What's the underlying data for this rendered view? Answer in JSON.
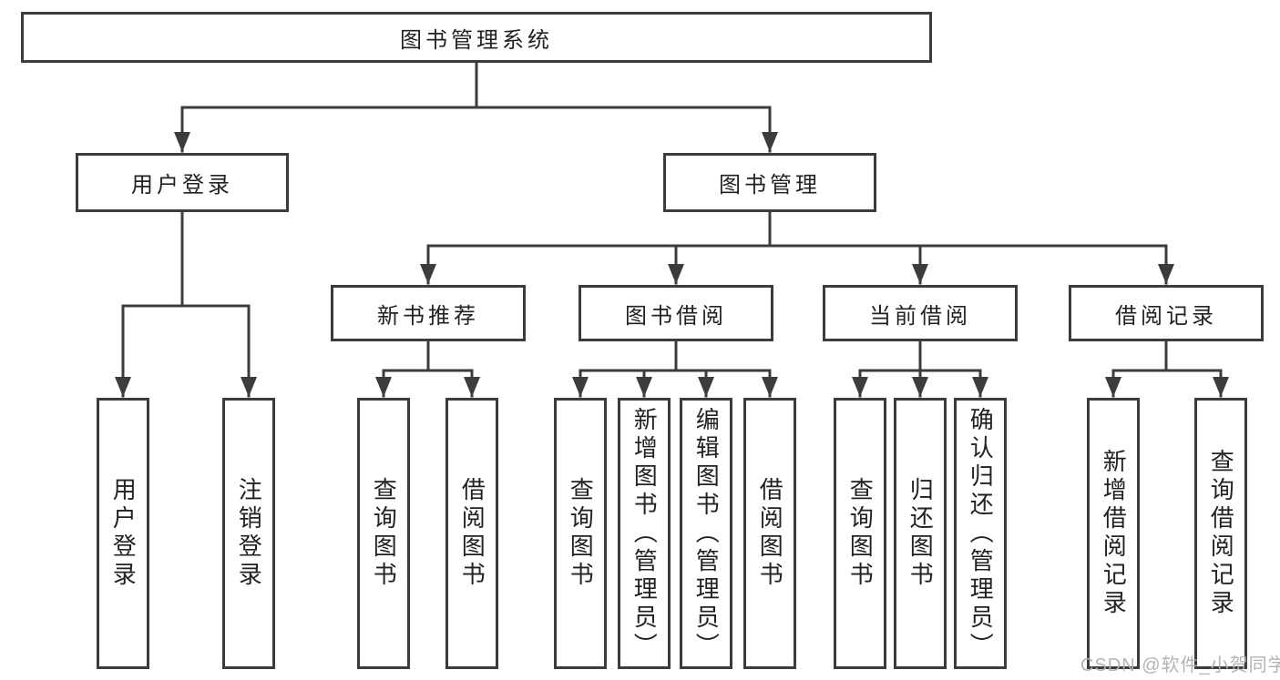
{
  "nodes": {
    "root": "图书管理系统",
    "user_login": "用户登录",
    "book_mgmt": "图书管理",
    "l3": [
      "新书推荐",
      "图书借阅",
      "当前借阅",
      "借阅记录"
    ],
    "user_leaves": [
      "用户登录",
      "注销登录"
    ],
    "newbook_leaves": [
      "查询图书",
      "借阅图书"
    ],
    "borrow_leaves": [
      "查询图书",
      "新增图书（管理员）",
      "编辑图书（管理员）",
      "借阅图书"
    ],
    "current_leaves": [
      "查询图书",
      "归还图书",
      "确认归还（管理员）"
    ],
    "record_leaves": [
      "新增借阅记录",
      "查询借阅记录"
    ]
  },
  "watermark": "CSDN @软件_小贺同学",
  "colors": {
    "line": "#3c3c3c",
    "text": "#222222",
    "background": "#ffffff",
    "watermark": "#b0b0b0"
  }
}
